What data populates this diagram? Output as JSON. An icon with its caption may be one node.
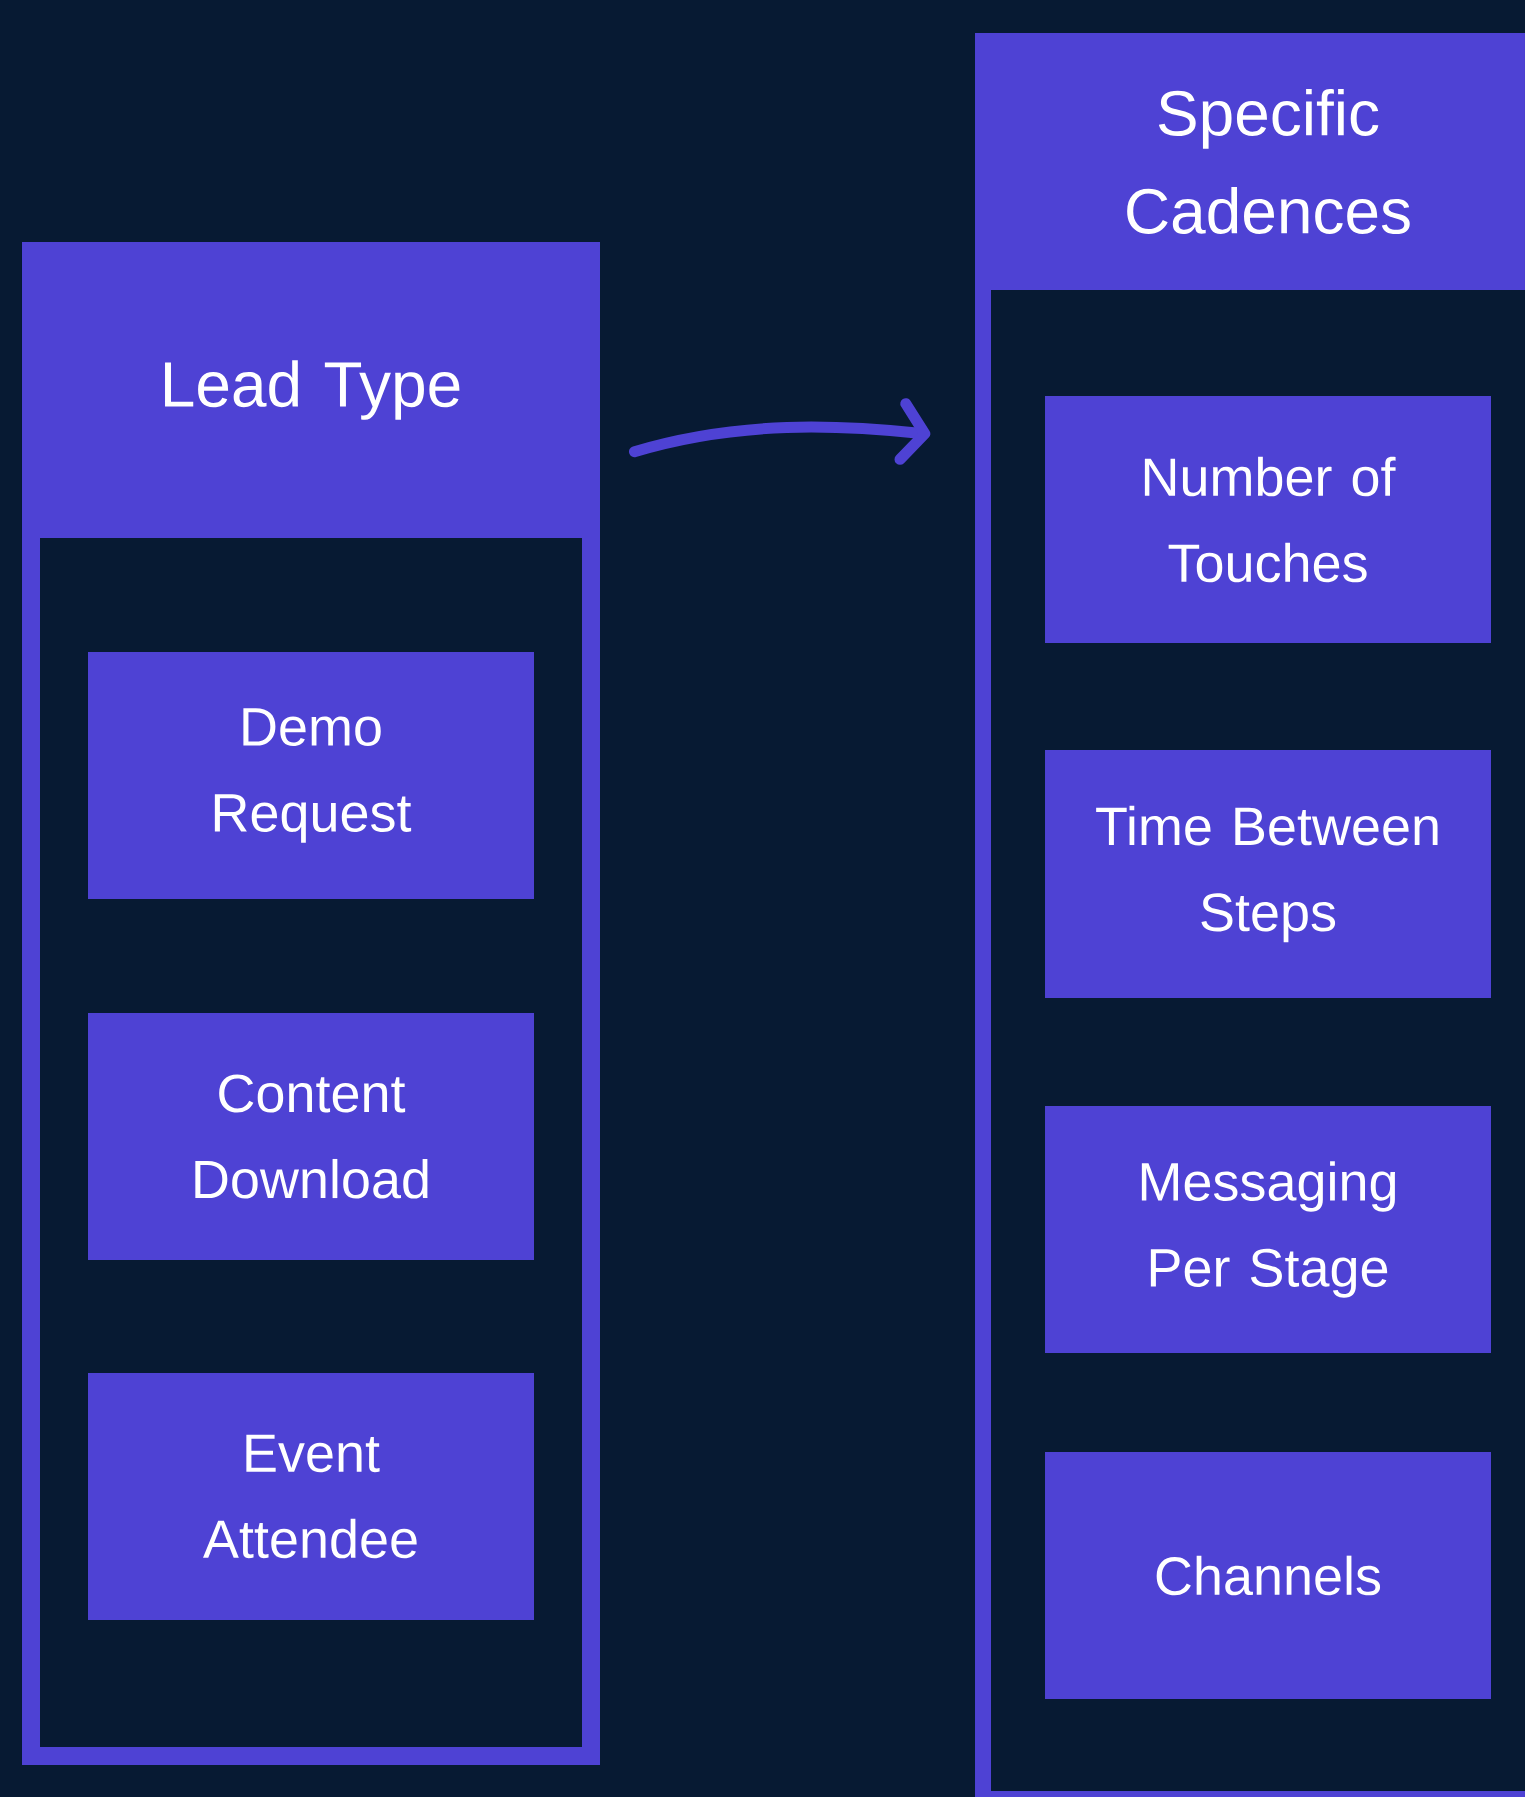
{
  "diagram": {
    "nodes": [
      {
        "text": [
          "Lead Type"
        ]
      },
      {
        "text": [
          "Demo Request"
        ],
        "in": 0
      },
      {
        "text": [
          "Content Download"
        ],
        "in": 0
      },
      {
        "text": [
          "Event Attendee"
        ],
        "in": 0
      },
      {
        "text": [
          "Specific Cadences"
        ]
      },
      {
        "text": [
          "Number of Touches"
        ],
        "in": 4
      },
      {
        "text": [
          "Time Between Steps"
        ],
        "in": 4
      },
      {
        "text": [
          "Messaging Per Stage"
        ],
        "in": 4
      },
      {
        "text": [
          "Channels"
        ],
        "in": 4
      }
    ],
    "edges": [
      {
        "from": 0,
        "to": 4,
        "arrow": "to"
      }
    ]
  }
}
